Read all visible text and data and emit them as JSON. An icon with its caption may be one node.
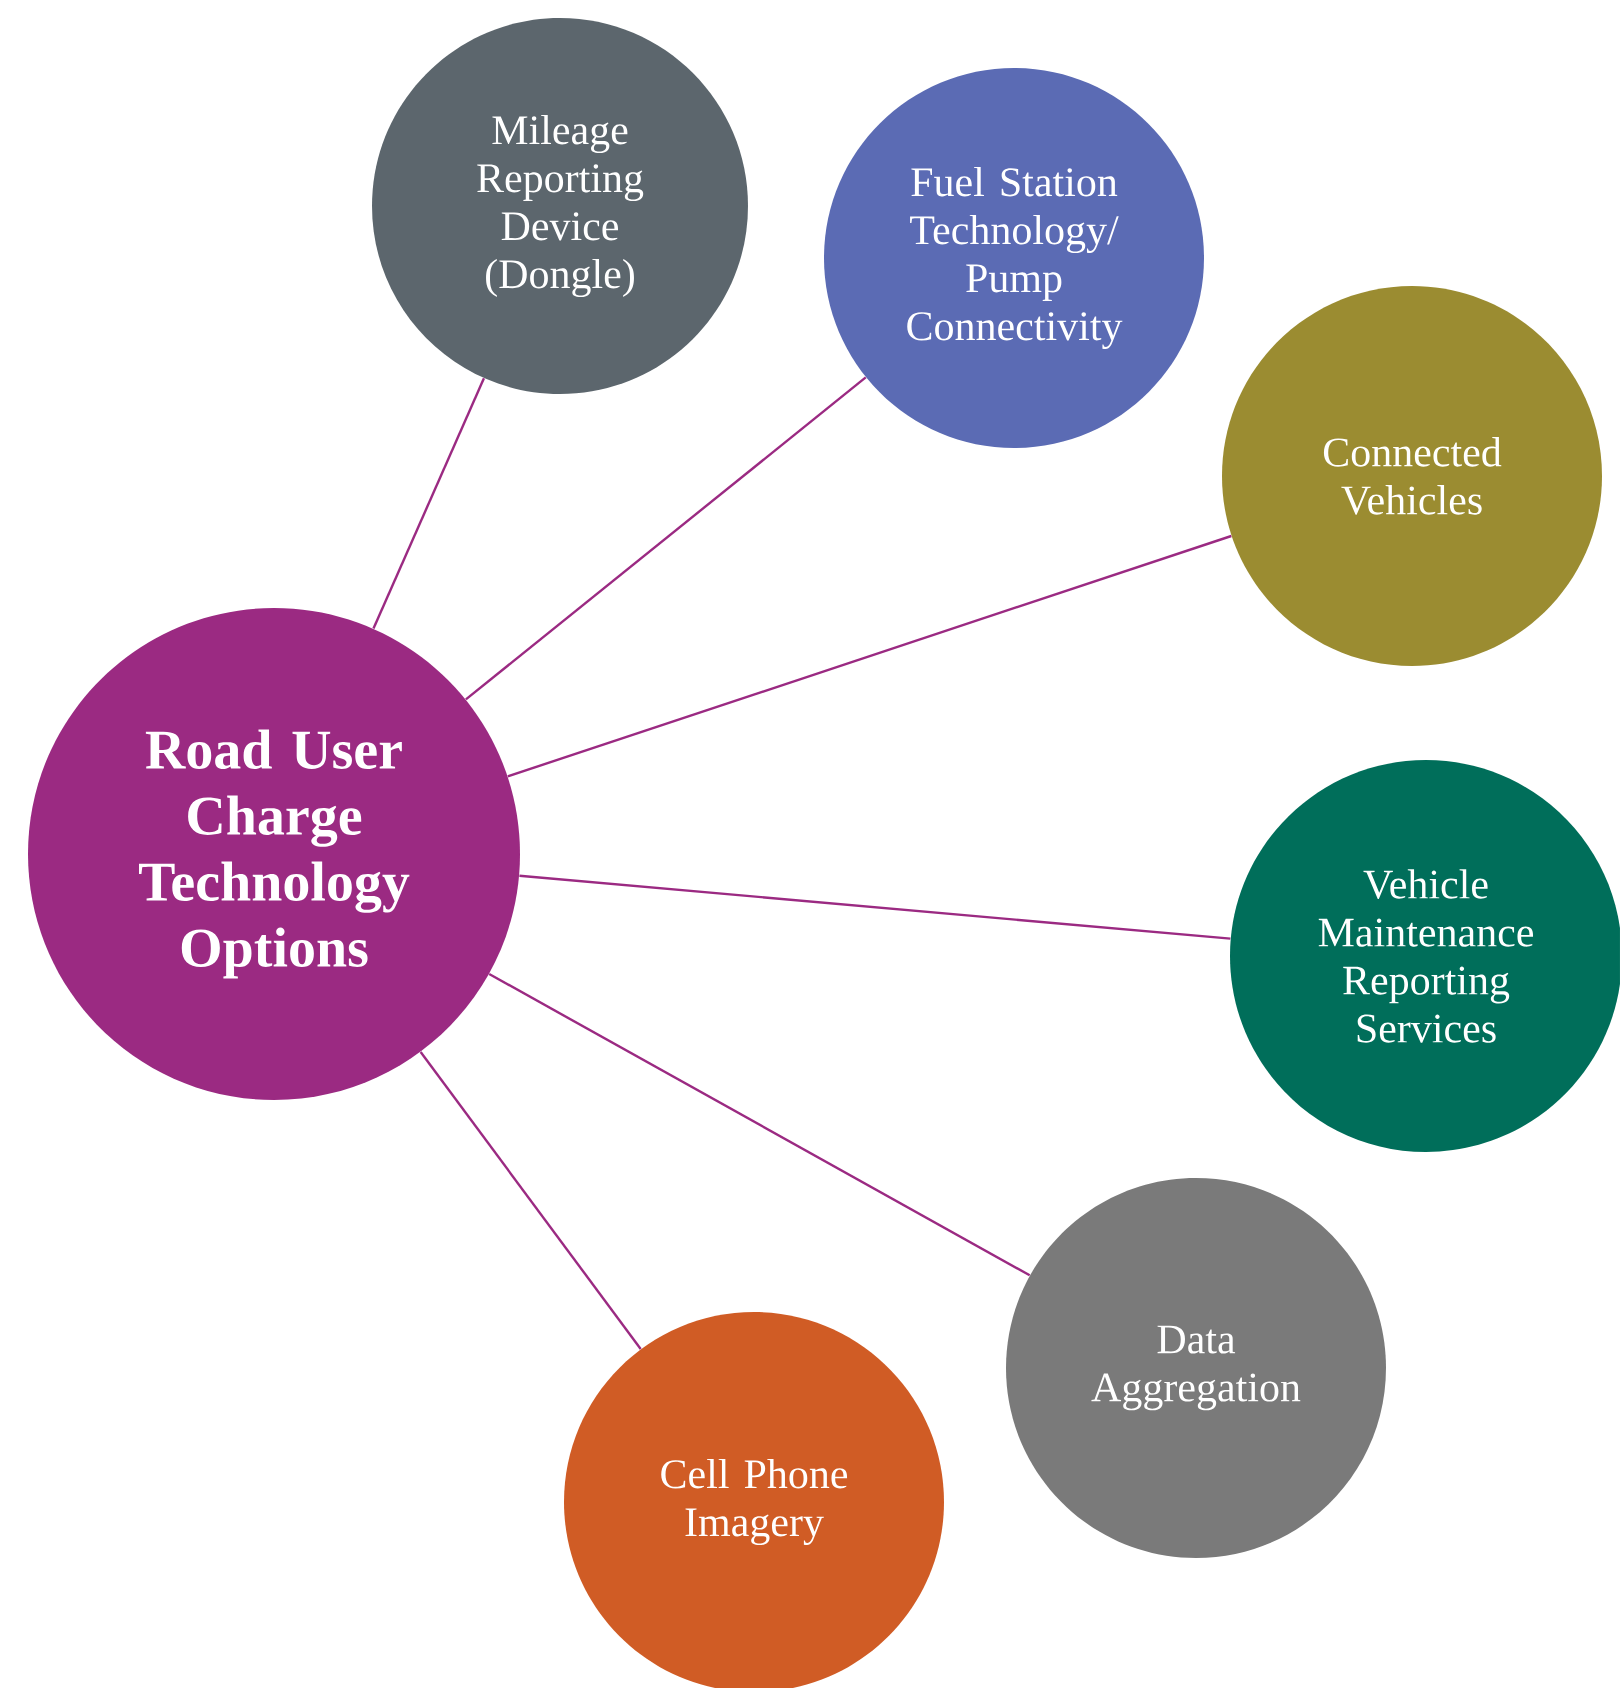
{
  "diagram": {
    "nodes": [
      {
        "text": [
          "Road User Charge Technology Options"
        ]
      },
      {
        "text": [
          "Mileage Reporting Device (Dongle)"
        ]
      },
      {
        "text": [
          "Fuel Station Technology/ Pump Connectivity"
        ]
      },
      {
        "text": [
          "Connected Vehicles"
        ]
      },
      {
        "text": [
          "Vehicle Maintenance Reporting Services"
        ]
      },
      {
        "text": [
          "Data Aggregation"
        ]
      },
      {
        "text": [
          "Cell Phone Imagery"
        ]
      }
    ],
    "edges": [
      {
        "from": 0,
        "to": 1,
        "arrow": "none"
      },
      {
        "from": 0,
        "to": 2,
        "arrow": "none"
      },
      {
        "from": 0,
        "to": 3,
        "arrow": "none"
      },
      {
        "from": 0,
        "to": 4,
        "arrow": "none"
      },
      {
        "from": 0,
        "to": 5,
        "arrow": "none"
      },
      {
        "from": 0,
        "to": 6,
        "arrow": "none"
      }
    ]
  }
}
